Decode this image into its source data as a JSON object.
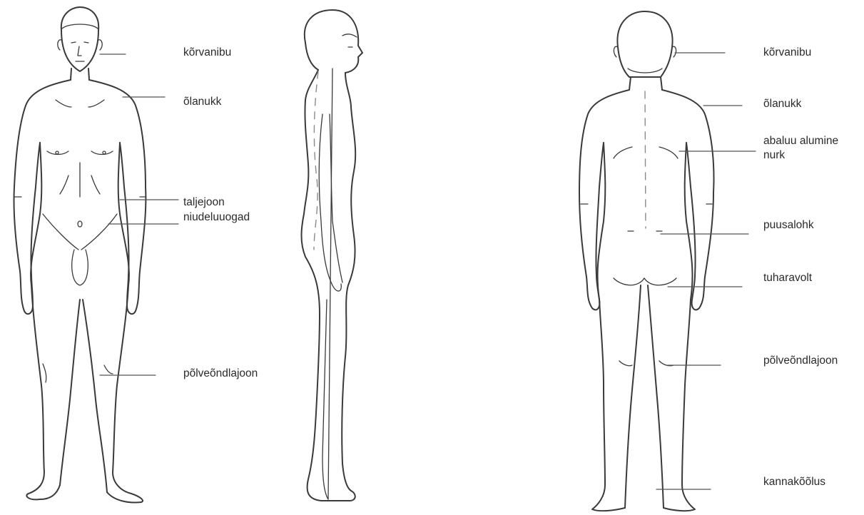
{
  "front_labels": {
    "earlobe": "kõrvanibu",
    "acromion": "õlanukk",
    "waistline": "taljejoon",
    "iliac_crest": "niudeluuogad",
    "knee_crease": "põlveõndlajoon"
  },
  "back_labels": {
    "earlobe": "kõrvanibu",
    "acromion": "õlanukk",
    "scapula_line1": "abaluu alumine",
    "scapula_line2": "nurk",
    "lumbar_dimple": "puusalohk",
    "gluteal_fold": "tuharavolt",
    "knee_crease": "põlveõndlajoon",
    "achilles": "kannakõõlus"
  }
}
